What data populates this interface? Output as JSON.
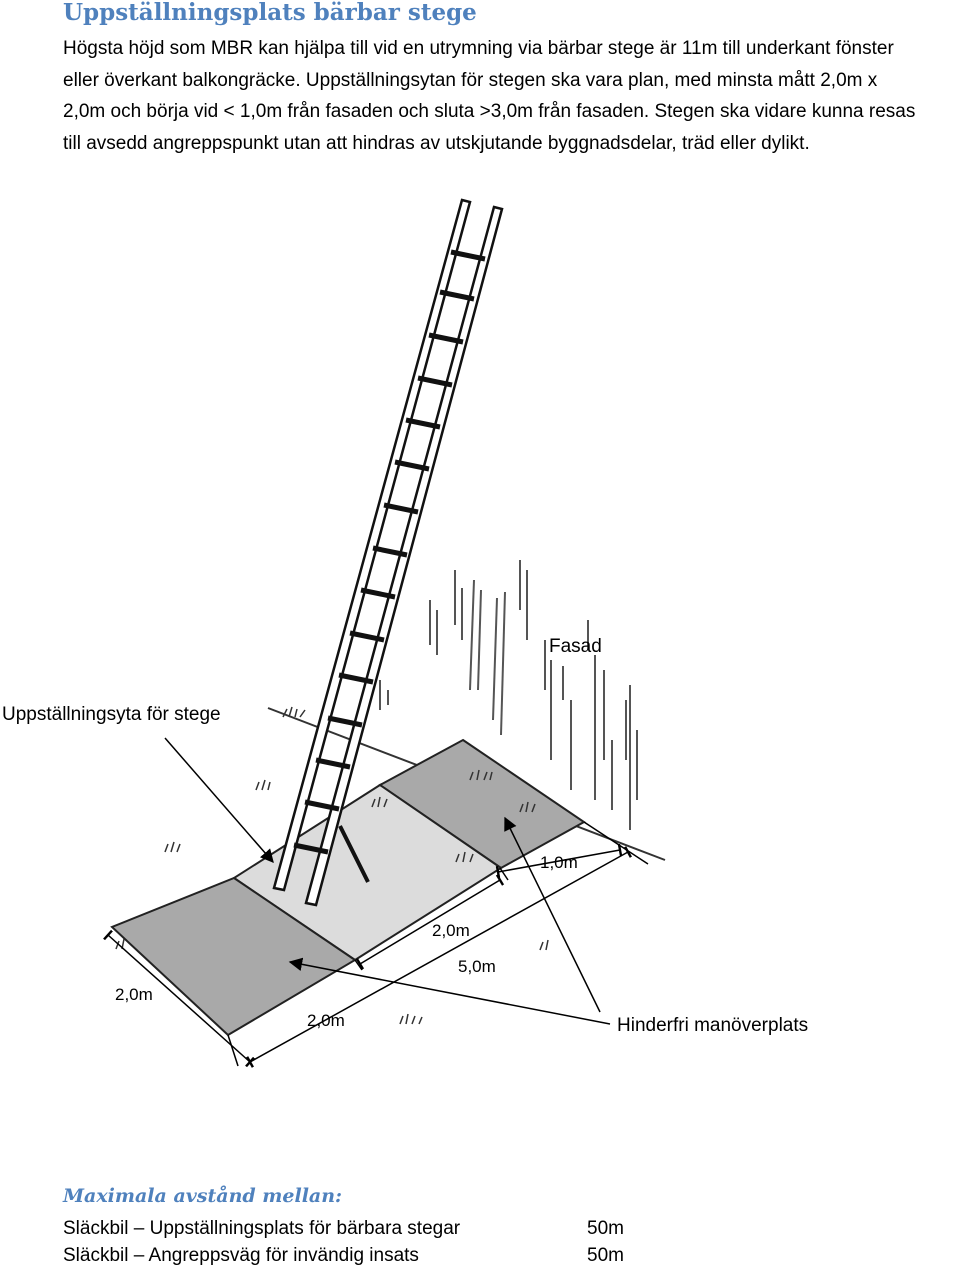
{
  "heading": "Uppställningsplats bärbar stege",
  "intro_lines": [
    "Högsta höjd som MBR kan hjälpa till vid en utrymning via bärbar stege är 11m till underkant fönster",
    "eller överkant balkongräcke. Uppställningsytan för stegen ska vara plan, med minsta mått 2,0m x",
    "2,0m och börja vid < 1,0m från fasaden och sluta >3,0m från fasaden. Stegen ska vidare kunna resas",
    "till avsedd angreppspunkt utan att hindras av utskjutande byggnadsdelar, träd eller dylikt."
  ],
  "figure": {
    "label_facade": "Fasad",
    "label_surface": "Uppställningsyta för stege",
    "label_obstacle_free": "Hinderfri manöverplats",
    "dim_1m": "1,0m",
    "dim_2m_inner": "2,0m",
    "dim_5m": "5,0m",
    "dim_2m_width": "2,0m",
    "dim_2m_bottom": "2,0m"
  },
  "distances": {
    "title": "Maximala avstånd mellan:",
    "rows": [
      {
        "label": "Släckbil – Uppställningsplats för bärbara stegar",
        "value": "50m"
      },
      {
        "label": "Släckbil – Angreppsväg för invändig insats",
        "value": "50m"
      }
    ]
  }
}
